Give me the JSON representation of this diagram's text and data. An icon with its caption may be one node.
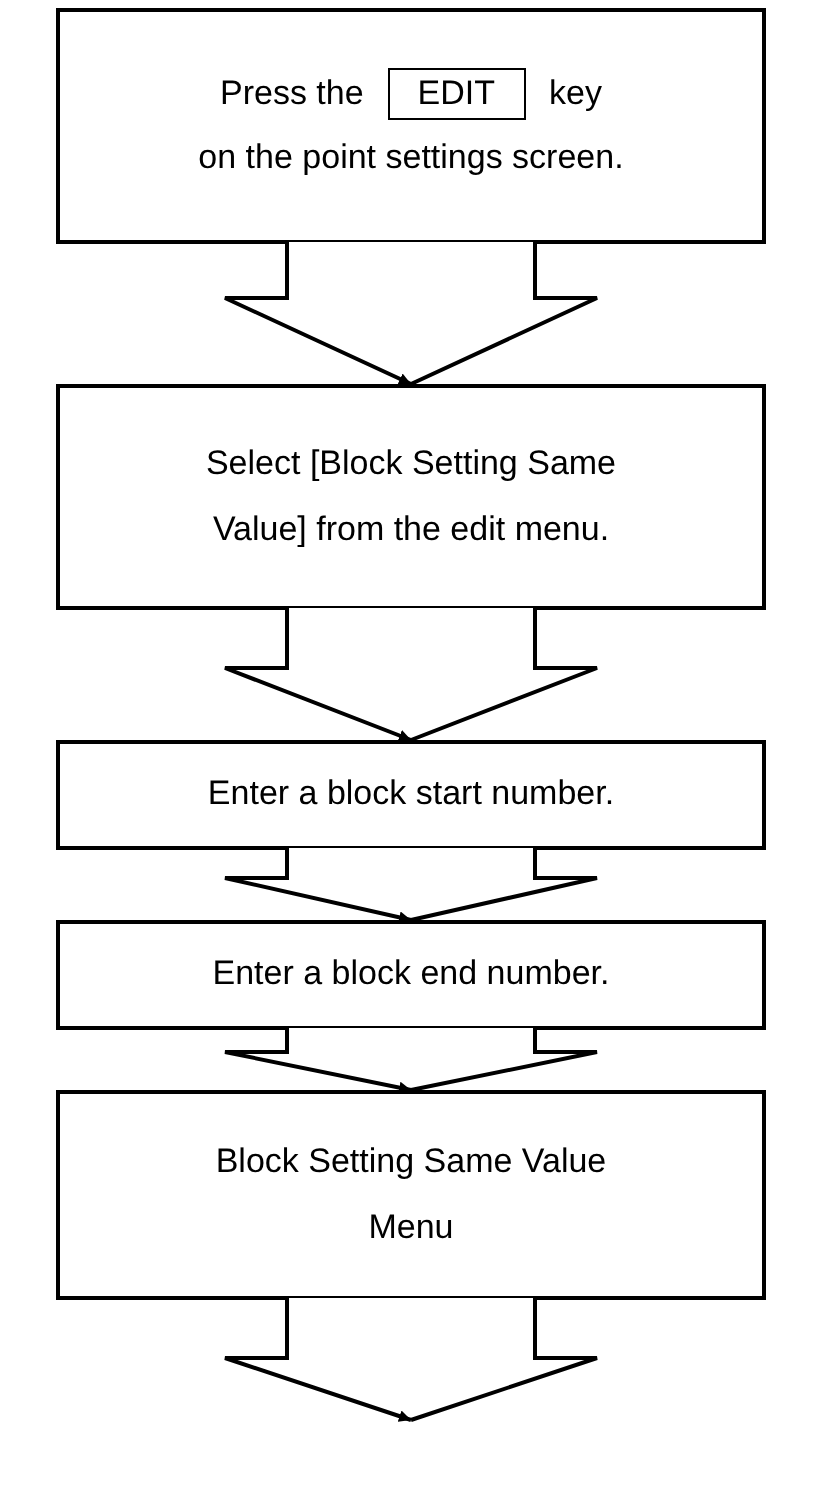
{
  "diagram": {
    "nodes": [
      {
        "text": [
          "Press the",
          "key",
          "on the point settings screen."
        ]
      },
      {
        "text": [
          "EDIT"
        ],
        "in": 0
      },
      {
        "text": [
          "Select [Block Setting Same Value] from the edit menu."
        ]
      },
      {
        "text": [
          "Enter a block start number."
        ]
      },
      {
        "text": [
          "Enter a block end number."
        ]
      },
      {
        "text": [
          "Block Setting Same Value Menu"
        ]
      }
    ],
    "edges": [
      {
        "from": 0,
        "to": 2,
        "arrow": "to"
      },
      {
        "from": 2,
        "to": 3,
        "arrow": "to"
      },
      {
        "from": 3,
        "to": 4,
        "arrow": "to"
      },
      {
        "from": 4,
        "to": 5,
        "arrow": "to"
      },
      {
        "from": 5,
        "to": null,
        "arrow": "to"
      }
    ]
  }
}
